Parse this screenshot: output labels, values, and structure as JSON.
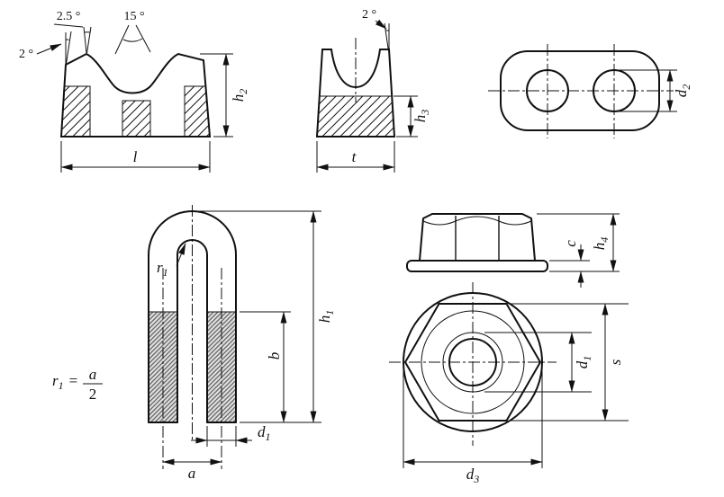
{
  "figure": {
    "type": "engineering-drawing",
    "background_color": "#ffffff",
    "line_color": "#111111",
    "views": {
      "clip_front": {
        "angle_wall": "2 °",
        "angle_crest": "2.5 °",
        "angle_groove": "15 °",
        "dim_h2": {
          "base": "h",
          "sub": "2"
        },
        "dim_l": {
          "base": "l",
          "sub": ""
        }
      },
      "clip_side": {
        "angle_wall": "2 °",
        "dim_h3": {
          "base": "h",
          "sub": "3"
        },
        "dim_t": {
          "base": "t",
          "sub": ""
        }
      },
      "clip_top": {
        "dim_d2": {
          "base": "d",
          "sub": "2"
        }
      },
      "u_bolt": {
        "dim_r1": {
          "base": "r",
          "sub": "1"
        },
        "dim_h1": {
          "base": "h",
          "sub": "1"
        },
        "dim_b": {
          "base": "b",
          "sub": ""
        },
        "dim_d1": {
          "base": "d",
          "sub": "1"
        },
        "dim_a": {
          "base": "a",
          "sub": ""
        },
        "formula": {
          "lhs_base": "r",
          "lhs_sub": "1",
          "equals": "=",
          "numerator": "a",
          "denominator": "2"
        }
      },
      "nut_side": {
        "dim_c": {
          "base": "c",
          "sub": ""
        },
        "dim_h4": {
          "base": "h",
          "sub": "4"
        }
      },
      "nut_top": {
        "dim_d1": {
          "base": "d",
          "sub": "1"
        },
        "dim_s": {
          "base": "s",
          "sub": ""
        },
        "dim_d3": {
          "base": "d",
          "sub": "3"
        }
      }
    }
  }
}
